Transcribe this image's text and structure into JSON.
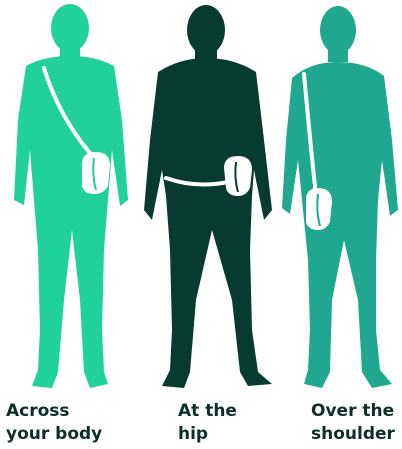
{
  "figures": [
    {
      "id": "across-body",
      "color": "#20d19a",
      "strap_color": "#ffffff",
      "caption_lines": [
        "Across",
        "your body"
      ]
    },
    {
      "id": "at-hip",
      "color": "#083b2f",
      "strap_color": "#ffffff",
      "caption_lines": [
        "At the",
        "hip"
      ]
    },
    {
      "id": "over-shoulder",
      "color": "#1fa88f",
      "strap_color": "#ffffff",
      "caption_lines": [
        "Over the",
        "shoulder"
      ]
    }
  ],
  "caption_color": "#0c2f27"
}
